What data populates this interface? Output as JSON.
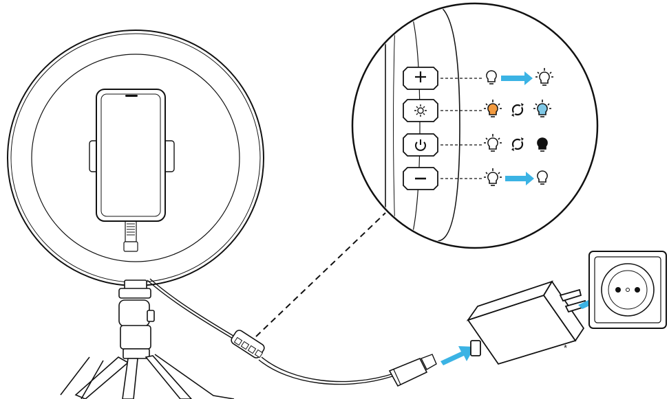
{
  "diagram": {
    "footnote_marker": "*",
    "controls": [
      {
        "name": "brightness-up",
        "symbol": "+",
        "from_state": "dim",
        "to_state": "bright",
        "arrow": "one-way"
      },
      {
        "name": "color-mode",
        "symbol": "☀",
        "from_state": "warm",
        "to_state": "cool",
        "arrow": "cycle"
      },
      {
        "name": "power",
        "symbol": "⏻",
        "from_state": "on",
        "to_state": "off",
        "arrow": "cycle"
      },
      {
        "name": "brightness-down",
        "symbol": "−",
        "from_state": "bright",
        "to_state": "dim",
        "arrow": "one-way"
      }
    ],
    "colors": {
      "line": "#111111",
      "arrow": "#3bb3e4",
      "warm": "#f29a3f",
      "cool": "#7fc8e6",
      "off": "#111111",
      "background": "#ffffff"
    },
    "icons": [
      "ring-light",
      "smartphone",
      "phone-holder",
      "tripod",
      "inline-controller",
      "usb-cable",
      "power-adapter",
      "wall-socket",
      "zoom-callout",
      "bulb-icon",
      "cycle-icon"
    ]
  }
}
